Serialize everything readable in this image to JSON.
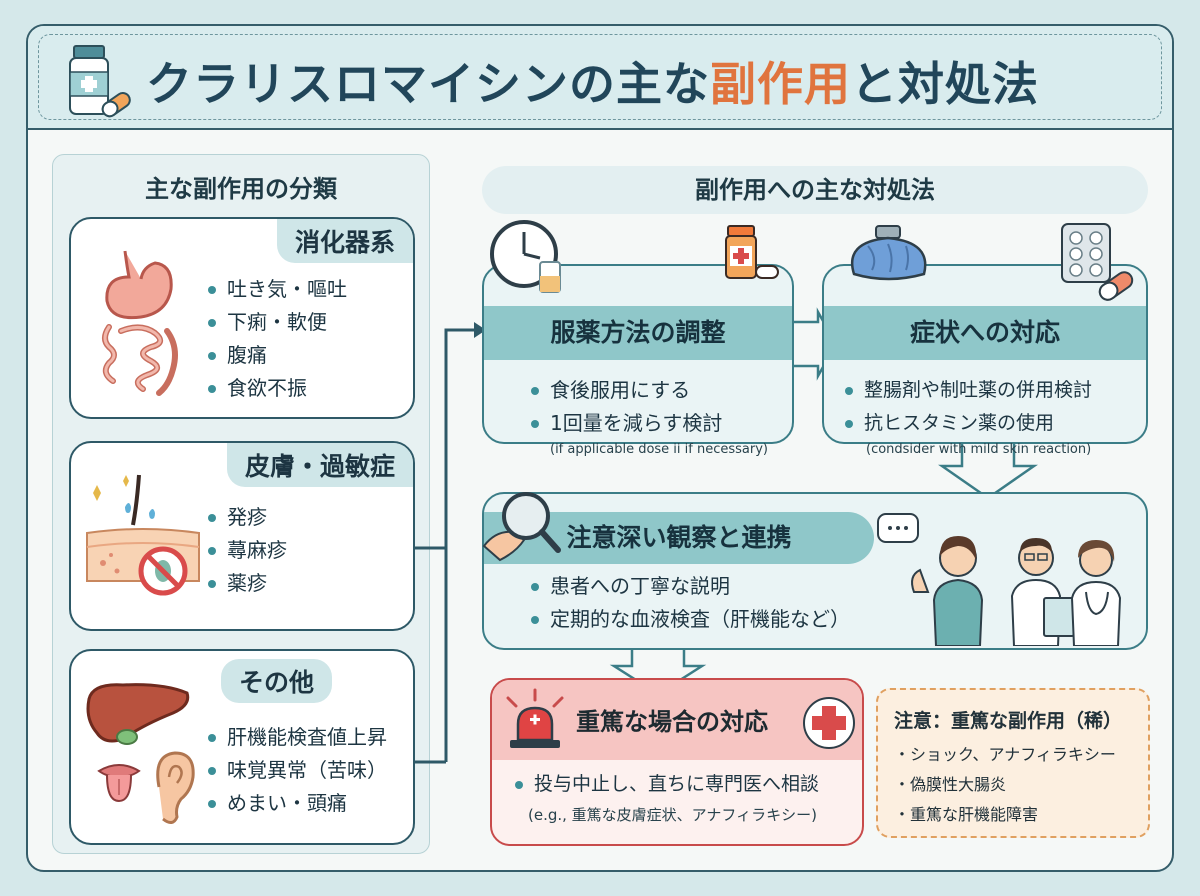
{
  "title": {
    "pre": "クラリスロマイシンの主な",
    "highlight": "副作用",
    "post": "と対処法"
  },
  "left": {
    "heading": "主な副作用の分類",
    "categories": [
      {
        "label": "消化器系",
        "items": [
          "吐き気・嘔吐",
          "下痢・軟便",
          "腹痛",
          "食欲不振"
        ]
      },
      {
        "label": "皮膚・過敏症",
        "items": [
          "発疹",
          "蕁麻疹",
          "薬疹"
        ]
      },
      {
        "label": "その他",
        "items": [
          "肝機能検査値上昇",
          "味覚異常（苦味）",
          "めまい・頭痛"
        ]
      }
    ]
  },
  "right": {
    "heading": "副作用への主な対処法",
    "adjust": {
      "title": "服薬方法の調整",
      "items": [
        "食後服用にする",
        "1回量を減らす検討"
      ],
      "note": "(if  applicable dose ii if necessary)"
    },
    "symptom": {
      "title": "症状への対応",
      "items": [
        "整腸剤や制吐薬の併用検討",
        "抗ヒスタミン薬の使用"
      ],
      "note": "(condsider with mild skin reaction)"
    },
    "observe": {
      "title": "注意深い観察と連携",
      "items": [
        "患者への丁寧な説明",
        "定期的な血液検査（肝機能など）"
      ]
    },
    "severe": {
      "title": "重篤な場合の対応",
      "item": "投与中止し、直ちに専門医へ相談",
      "note": "(e.g., 重篤な皮膚症状、アナフィラキシー)"
    },
    "warning": {
      "title": "注意：重篤な副作用（稀）",
      "items": [
        "・ショック、アナフィラキシー",
        "・偽膜性大腸炎",
        "・重篤な肝機能障害"
      ]
    }
  },
  "colors": {
    "accent": "#e0743e",
    "teal": "#3b7d87",
    "alert": "#c84b4b"
  }
}
